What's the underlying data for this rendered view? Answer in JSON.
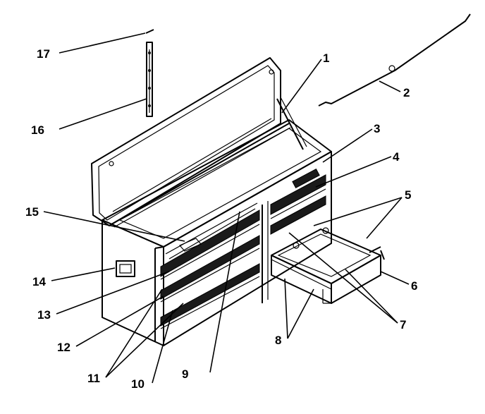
{
  "labels": [
    {
      "id": "1",
      "text": "1"
    },
    {
      "id": "2",
      "text": "2"
    },
    {
      "id": "3",
      "text": "3"
    },
    {
      "id": "4",
      "text": "4"
    },
    {
      "id": "5",
      "text": "5"
    },
    {
      "id": "6",
      "text": "6"
    },
    {
      "id": "7",
      "text": "7"
    },
    {
      "id": "8",
      "text": "8"
    },
    {
      "id": "9",
      "text": "9"
    },
    {
      "id": "10",
      "text": "10"
    },
    {
      "id": "11",
      "text": "11"
    },
    {
      "id": "12",
      "text": "12"
    },
    {
      "id": "13",
      "text": "13"
    },
    {
      "id": "14",
      "text": "14"
    },
    {
      "id": "15",
      "text": "15"
    },
    {
      "id": "16",
      "text": "16"
    },
    {
      "id": "17",
      "text": "17"
    }
  ]
}
